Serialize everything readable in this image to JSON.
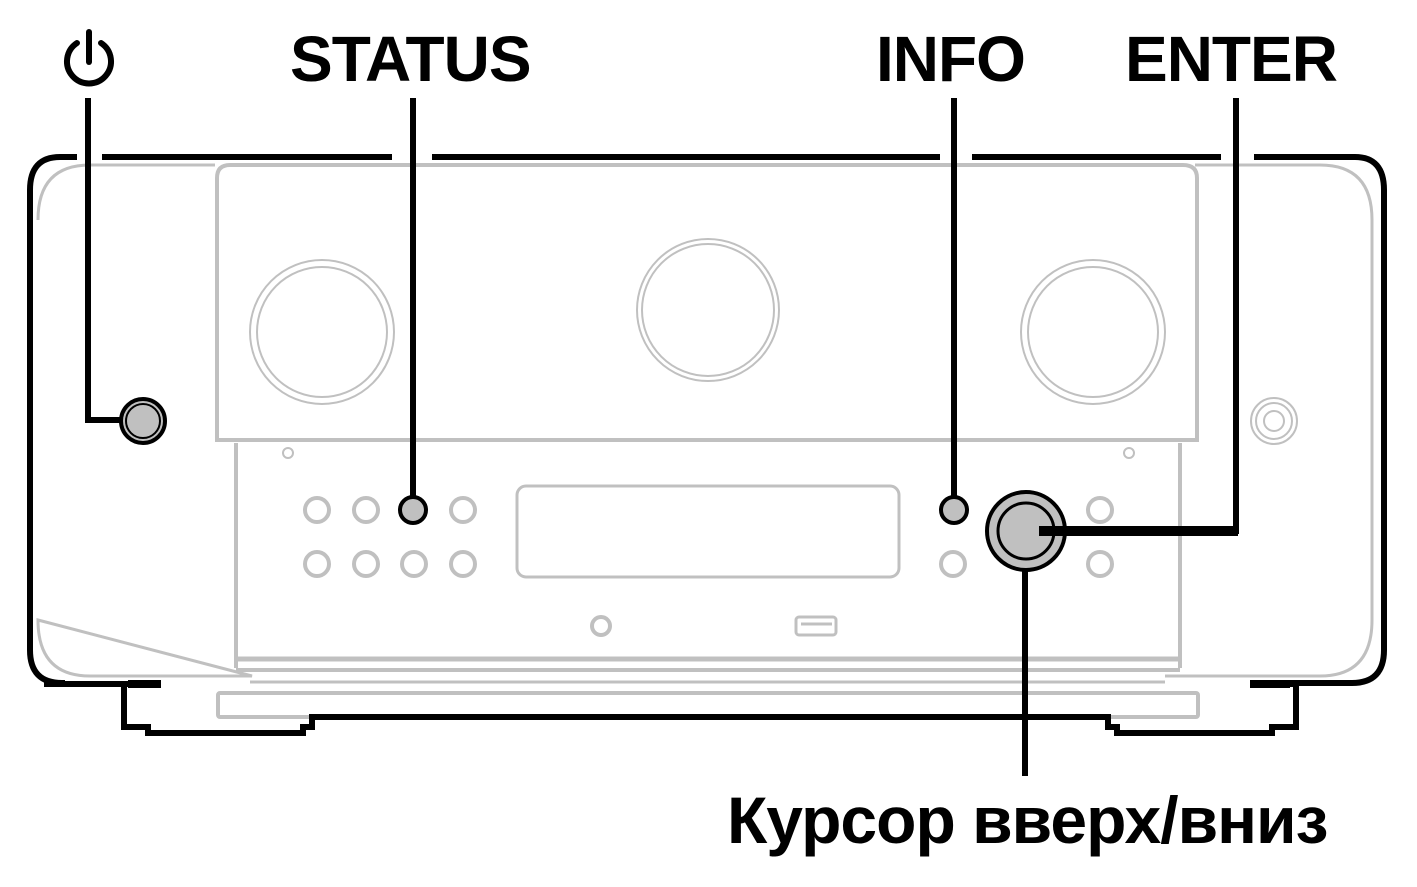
{
  "diagram": {
    "subject": "AV receiver front panel",
    "colors": {
      "callout": "#000000",
      "device_outline": "#c0c0c0",
      "highlight_fill": "#c0c0c0",
      "background": "#ffffff"
    },
    "callouts": [
      {
        "id": "power",
        "label": "",
        "icon": "power-icon"
      },
      {
        "id": "status",
        "label": "STATUS"
      },
      {
        "id": "info",
        "label": "INFO"
      },
      {
        "id": "enter",
        "label": "ENTER"
      },
      {
        "id": "cursor",
        "label": "Курсор вверх/вниз"
      }
    ],
    "labels": {
      "status": "STATUS",
      "info": "INFO",
      "enter": "ENTER",
      "cursor": "Курсор вверх/вниз"
    }
  }
}
